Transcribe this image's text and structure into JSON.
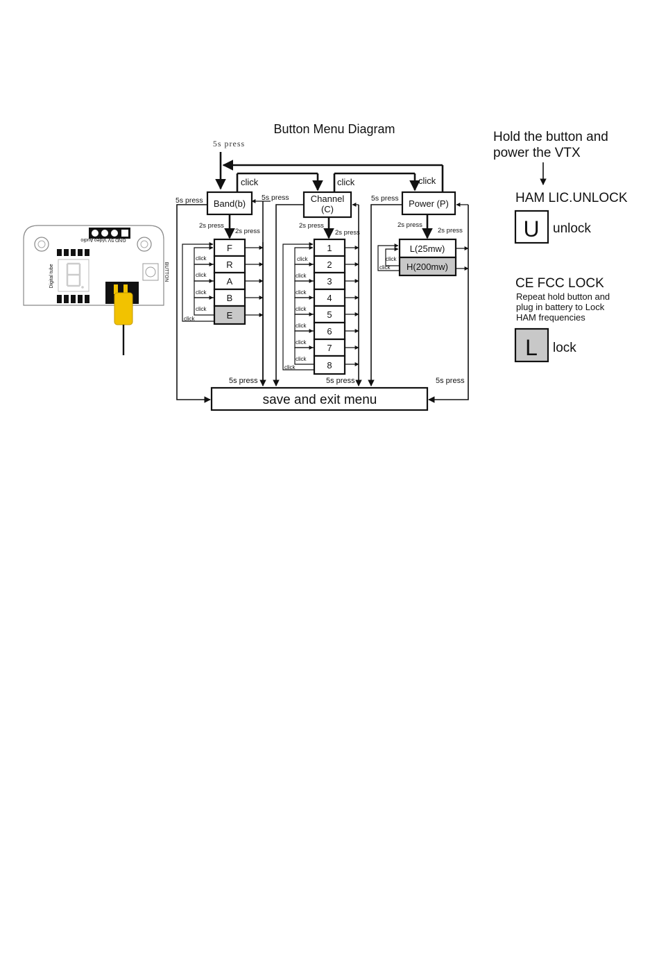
{
  "title": "Button Menu Diagram",
  "labels": {
    "five_s_press_top": "5s press",
    "five_s_press": "5s press",
    "two_s_press": "2s press",
    "click": "click"
  },
  "menus": {
    "band": "Band(b)",
    "channel_line1": "Channel",
    "channel_line2": "(C)",
    "power": "Power (P)"
  },
  "band_items": [
    "F",
    "R",
    "A",
    "B",
    "E"
  ],
  "channel_items": [
    "1",
    "2",
    "3",
    "4",
    "5",
    "6",
    "7",
    "8"
  ],
  "power_items": [
    "L(25mw)",
    "H(200mw)"
  ],
  "save_exit": "save and exit menu",
  "board": {
    "pins_label": "GND 5V Video Audio",
    "tube_label": "Digital tube",
    "button_label": "BUTTON"
  },
  "right_panel": {
    "instruction_line1": "Hold the button and",
    "instruction_line2": "power the VTX",
    "ham_title": "HAM LIC.UNLOCK",
    "unlock_letter": "U",
    "unlock_label": "unlock",
    "ce_title": "CE FCC LOCK",
    "ce_desc_line1": "Repeat hold button and",
    "ce_desc_line2": "plug in battery to Lock",
    "ce_desc_line3": "HAM frequencies",
    "lock_letter": "L",
    "lock_label": "lock"
  },
  "colors": {
    "highlight_grey": "#c8c8c8",
    "connector_yellow": "#f2c200"
  }
}
